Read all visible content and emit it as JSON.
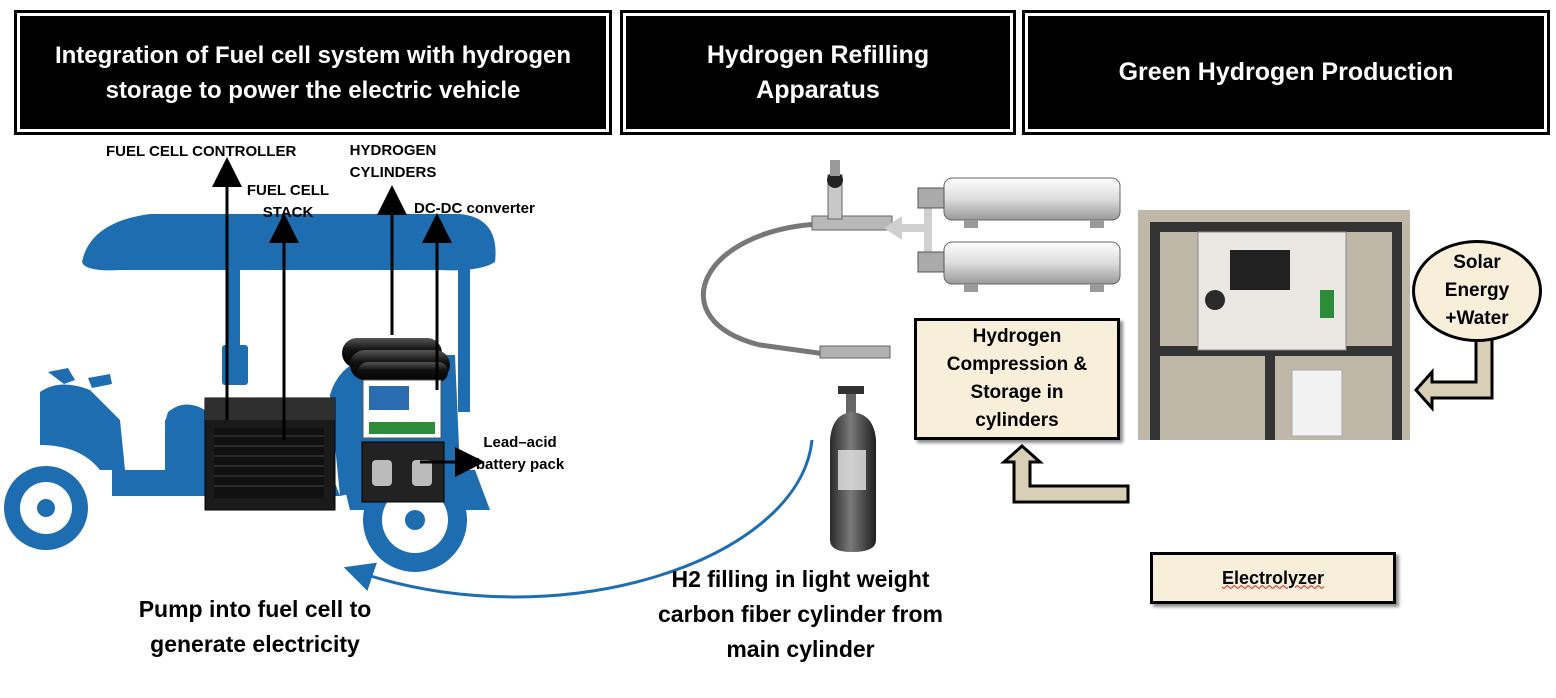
{
  "headers": {
    "integration": "Integration of Fuel cell system with hydrogen storage to power the electric vehicle",
    "refilling": "Hydrogen Refilling Apparatus",
    "production": "Green Hydrogen Production"
  },
  "labels": {
    "fuel_cell_controller": "FUEL CELL CONTROLLER",
    "fuel_cell_stack": "FUEL CELL STACK",
    "hydrogen_cylinders": "HYDROGEN CYLINDERS",
    "dc_dc_converter": "DC-DC converter",
    "lead_acid_battery": "Lead–acid battery pack",
    "pump_into_fuel_cell": "Pump into fuel cell to generate electricity",
    "h2_filling": "H2 filling in light weight carbon fiber cylinder from main cylinder"
  },
  "boxes": {
    "compression_storage": "Hydrogen Compression & Storage in cylinders",
    "solar_water": "Solar Energy +Water",
    "electrolyzer": "Electrolyzer"
  },
  "colors": {
    "rickshaw_blue": "#1f6db1",
    "box_fill": "#f7efd9",
    "arrow_fill": "#d9cfb6",
    "header_bg": "#000000"
  }
}
